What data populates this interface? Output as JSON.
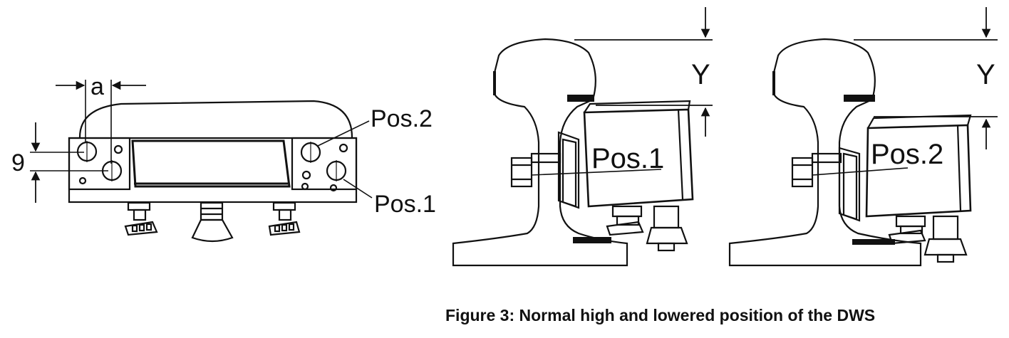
{
  "caption": "Figure 3: Normal high and lowered position of the DWS",
  "front_view": {
    "dim_a": "a",
    "dim_9": "9",
    "label_pos2": "Pos.2",
    "label_pos1": "Pos.1"
  },
  "side_view_left": {
    "label_y": "Y",
    "label_pos": "Pos.1"
  },
  "side_view_right": {
    "label_y": "Y",
    "label_pos": "Pos.2"
  }
}
